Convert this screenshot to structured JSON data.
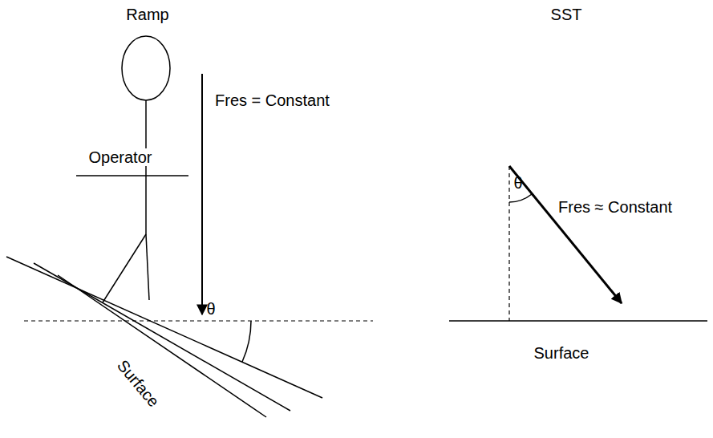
{
  "diagram": {
    "labels": [
      "Ramp",
      "SST",
      "Operator",
      "Fres = Constant",
      "θ",
      "Surface",
      "Fres ≈ Constant",
      "θ",
      "Surface"
    ]
  }
}
